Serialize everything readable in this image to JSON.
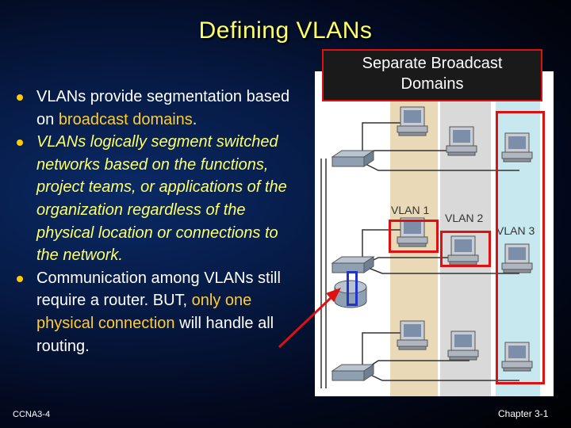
{
  "slide": {
    "title": "Defining VLANs",
    "bullets": [
      {
        "parts": [
          {
            "text": "VLANs provide segmentation based on ",
            "style": "normal"
          },
          {
            "text": "broadcast domains",
            "style": "highlight"
          },
          {
            "text": ".",
            "style": "normal"
          }
        ]
      },
      {
        "parts": [
          {
            "text": "VLANs logically segment switched networks based on the functions, project teams, or applications of the organization regardless of the physical location or connections to the network.",
            "style": "italic"
          }
        ]
      },
      {
        "parts": [
          {
            "text": "Communication among VLANs still require a router. BUT, ",
            "style": "normal"
          },
          {
            "text": "only one physical connection",
            "style": "highlight"
          },
          {
            "text": " will handle all routing.",
            "style": "normal"
          }
        ]
      }
    ],
    "callout": {
      "line1": "Separate Broadcast",
      "line2": "Domains"
    },
    "vlans": [
      {
        "label": "VLAN 1",
        "color": "#ead9b7"
      },
      {
        "label": "VLAN 2",
        "color": "#d9d9d9"
      },
      {
        "label": "VLAN 3",
        "color": "#c8e8f0"
      }
    ],
    "footer_left": "CCNA3-4",
    "footer_right": "Chapter 3-1",
    "colors": {
      "title": "#ffff66",
      "highlight": "#ffcc33",
      "italic": "#ffff66",
      "bullet_dot": "#ffcc00",
      "annotation_red": "#dd1111",
      "annotation_blue": "#2233cc"
    }
  }
}
